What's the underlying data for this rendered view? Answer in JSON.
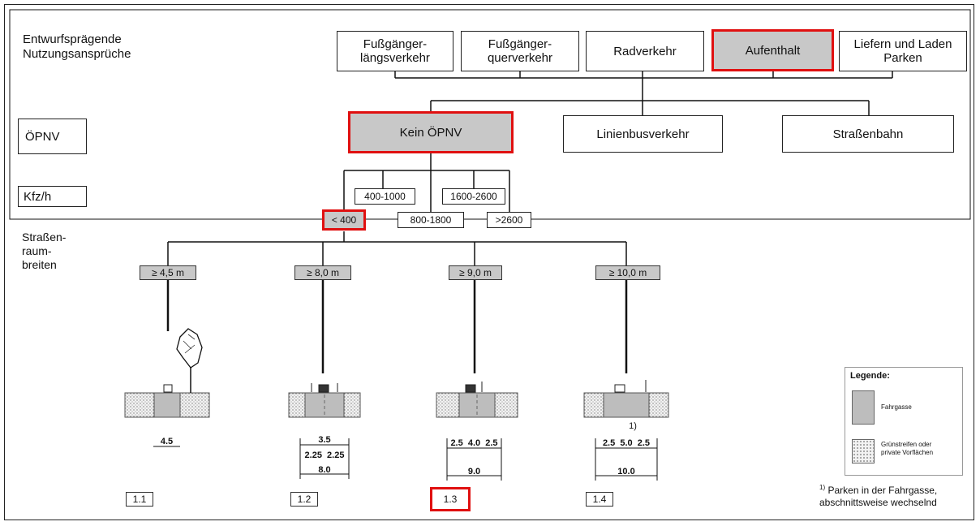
{
  "labels": {
    "nutzung": "Entwurfsprägende\nNutzungsansprüche",
    "oepnv": "ÖPNV",
    "kfz": "Kfz/h",
    "strassen": "Straßen-\nraum-\nbreiten"
  },
  "nutzung_boxes": [
    "Fußgänger-\nlängsverkehr",
    "Fußgänger-\nquerverkehr",
    "Radverkehr",
    "Aufenthalt",
    "Liefern und Laden\nParken"
  ],
  "oepnv_boxes": [
    "Kein ÖPNV",
    "Linienbusverkehr",
    "Straßenbahn"
  ],
  "kfz_boxes": [
    "400-1000",
    "1600-2600",
    "< 400",
    "800-1800",
    ">2600"
  ],
  "widths": [
    "≥ 4,5 m",
    "≥ 8,0 m",
    "≥ 9,0 m",
    "≥ 10,0 m"
  ],
  "dims": {
    "d1": "4.5",
    "d2a": "3.5",
    "d2b": "2.25  2.25",
    "d2c": "8.0",
    "d3a": "2.5  4.0  2.5",
    "d3b": "9.0",
    "d4a": "2.5  5.0  2.5",
    "d4b": "10.0",
    "note": "1)"
  },
  "ids": [
    "1.1",
    "1.2",
    "1.3",
    "1.4"
  ],
  "legend": {
    "title": "Legende:",
    "fahrgasse": "Fahrgasse",
    "gruen": "Grünstreifen oder\nprivate Vorflächen"
  },
  "footnote": {
    "mark": "1)",
    "text": "Parken in der Fahrgasse,\nabschnittsweise wechselnd"
  },
  "colors": {
    "highlight": "#e01010",
    "selected_fill": "#c8c8c8"
  }
}
